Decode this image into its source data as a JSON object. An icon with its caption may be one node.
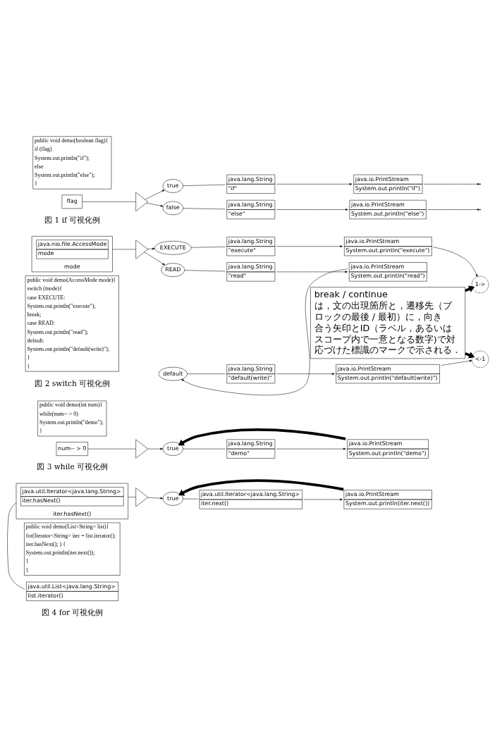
{
  "diagram": {
    "nodes": [
      {
        "text": [
          "public void demo(boolean flag){",
          "if (flag)",
          "System.out.println(\"if\");",
          "else",
          "System.out.println(\"else\");",
          "}"
        ]
      },
      {
        "text": [
          "flag"
        ]
      },
      {
        "text": [],
        "shape": "triangle"
      },
      {
        "text": [
          "true"
        ]
      },
      {
        "text": [
          "java.lang.String",
          "\"if\""
        ]
      },
      {
        "text": [
          "java.io.PrintStream",
          "System.out.println(\"if\")"
        ]
      },
      {
        "text": [
          "false"
        ]
      },
      {
        "text": [
          "java.lang.String",
          "\"else\""
        ]
      },
      {
        "text": [
          "java.io.PrintStream",
          "System.out.println(\"else\")"
        ]
      },
      {
        "text": [
          "public void demo(AccessMode mode){",
          "switch (mode){",
          "case EXECUTE:",
          "System.out.println(\"execute\");",
          "break;",
          "case READ:",
          "System.out.println(\"read\");",
          "default:",
          "System.out.println(\"default(write)\");",
          "}",
          "}"
        ]
      },
      {
        "text": [
          "mode"
        ]
      },
      {
        "text": [
          "java.nio.file.AccessMode",
          "mode"
        ],
        "in": 10
      },
      {
        "text": [],
        "shape": "triangle"
      },
      {
        "text": [
          "EXECUTE"
        ]
      },
      {
        "text": [
          "java.lang.String",
          "\"execute\""
        ]
      },
      {
        "text": [
          "java.io.PrintStream",
          "System.out.println(\"execute\")"
        ]
      },
      {
        "text": [
          "READ"
        ]
      },
      {
        "text": [
          "java.lang.String",
          "\"read\""
        ]
      },
      {
        "text": [
          "java.io.PrintStream",
          "System.out.println(\"read\")"
        ]
      },
      {
        "text": [
          "default"
        ]
      },
      {
        "text": [
          "java.lang.String",
          "\"default(write)\""
        ]
      },
      {
        "text": [
          "java.io.PrintStream",
          "System.out.println(\"default(write)\")"
        ]
      },
      {
        "text": [
          "break / continue は，文の出現箇所と，遷移先（ブロックの最後 / 最初）に，向き合う矢印とID（ラベル，あるいはスコープ内で一意となる数字)で対応づけた標識のマークで示される．"
        ]
      },
      {
        "text": [
          "1->"
        ]
      },
      {
        "text": [
          "<-1"
        ]
      },
      {
        "text": [
          "public void demo(int num){",
          "while(num-- > 0)",
          "System.out.println(\"demo\");",
          "}"
        ]
      },
      {
        "text": [
          "num-- > 0"
        ]
      },
      {
        "text": [],
        "shape": "triangle"
      },
      {
        "text": [
          "true"
        ]
      },
      {
        "text": [
          "java.lang.String",
          "\"demo\""
        ]
      },
      {
        "text": [
          "java.io.PrintStream",
          "System.out.println(\"demo\")"
        ]
      },
      {
        "text": [
          "public void demo(List<String> list){",
          "for(Iterator<String> iter = list.iterator();",
          "iter.hasNext(); ) {",
          "System.out.println(iter.next());",
          "}",
          "}"
        ]
      },
      {
        "text": [
          "java.util.List<java.lang.String>",
          "list.iterator()"
        ]
      },
      {
        "text": [
          "iter.hasNext()"
        ]
      },
      {
        "text": [
          "java.util.Iterator<java.lang.String>",
          "iter.hasNext()"
        ],
        "in": 33
      },
      {
        "text": [],
        "shape": "triangle"
      },
      {
        "text": [
          "true"
        ]
      },
      {
        "text": [
          "java.util.Iterator<java.lang.String>",
          "iter.next()"
        ]
      },
      {
        "text": [
          "java.io.PrintStream",
          "System.out.println(iter.next())"
        ]
      }
    ],
    "edges": [
      {
        "from": 1,
        "to": 2,
        "arrow": "none"
      },
      {
        "from": 2,
        "to": 3,
        "arrow": "to"
      },
      {
        "from": 2,
        "to": 6,
        "arrow": "to"
      },
      {
        "from": 3,
        "to": 4,
        "arrow": "none"
      },
      {
        "from": 4,
        "to": 5,
        "arrow": "to"
      },
      {
        "from": 6,
        "to": 7,
        "arrow": "none"
      },
      {
        "from": 7,
        "to": 8,
        "arrow": "to"
      },
      {
        "from": 5,
        "to": null,
        "arrow": "to"
      },
      {
        "from": 8,
        "to": null,
        "arrow": "to"
      },
      {
        "from": 10,
        "to": 12,
        "arrow": "none"
      },
      {
        "from": 12,
        "to": 13,
        "arrow": "to"
      },
      {
        "from": 12,
        "to": 16,
        "arrow": "to"
      },
      {
        "from": 13,
        "to": 14,
        "arrow": "none"
      },
      {
        "from": 14,
        "to": 15,
        "arrow": "to"
      },
      {
        "from": 15,
        "to": 23,
        "arrow": "to"
      },
      {
        "from": 16,
        "to": 17,
        "arrow": "none"
      },
      {
        "from": 17,
        "to": 18,
        "arrow": "to"
      },
      {
        "from": 18,
        "to": 19,
        "arrow": "to"
      },
      {
        "from": 19,
        "to": 20,
        "arrow": "none"
      },
      {
        "from": 20,
        "to": 21,
        "arrow": "to"
      },
      {
        "from": 21,
        "to": 24,
        "arrow": "to"
      },
      {
        "from": 22,
        "to": 23,
        "arrow": "to",
        "style": "thick"
      },
      {
        "from": 22,
        "to": 24,
        "arrow": "to",
        "style": "thick"
      },
      {
        "from": 26,
        "to": 27,
        "arrow": "none"
      },
      {
        "from": 27,
        "to": 28,
        "arrow": "to"
      },
      {
        "from": 28,
        "to": 29,
        "arrow": "none"
      },
      {
        "from": 29,
        "to": 30,
        "arrow": "to"
      },
      {
        "from": 30,
        "to": 28,
        "arrow": "to",
        "style": "thick"
      },
      {
        "from": 32,
        "to": 33,
        "arrow": "none"
      },
      {
        "from": 33,
        "to": 35,
        "arrow": "none"
      },
      {
        "from": 35,
        "to": 36,
        "arrow": "to"
      },
      {
        "from": 36,
        "to": 37,
        "arrow": "none"
      },
      {
        "from": 37,
        "to": 38,
        "arrow": "to"
      },
      {
        "from": 38,
        "to": 36,
        "arrow": "to",
        "style": "thick"
      }
    ],
    "labels": [
      "図 1 if 可視化例",
      "図 2 switch 可視化例",
      "図 3 while 可視化例",
      "図 4 for 可視化例"
    ]
  }
}
